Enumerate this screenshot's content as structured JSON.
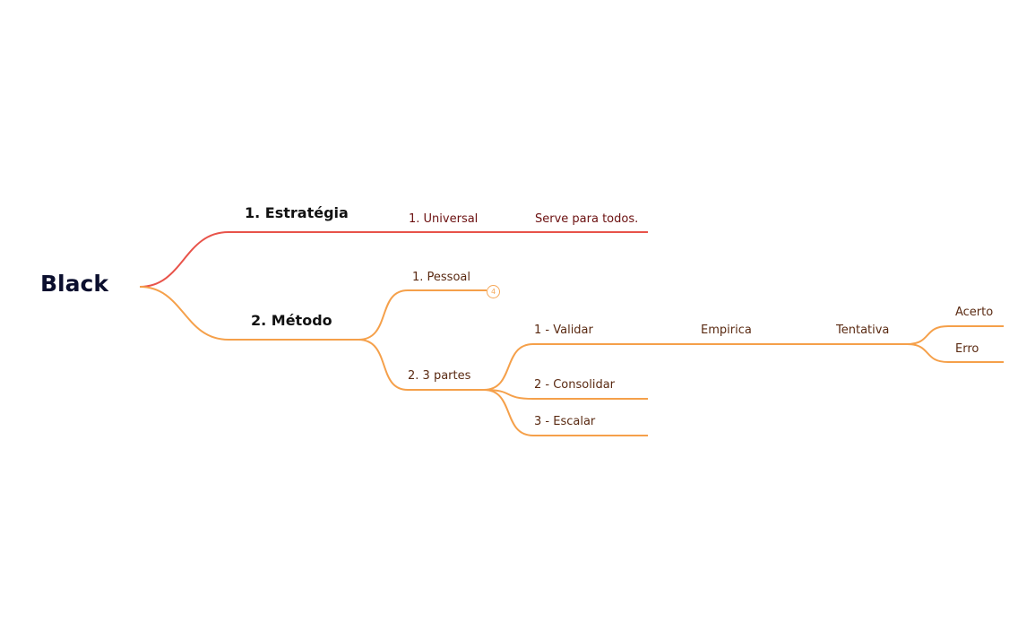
{
  "colors": {
    "branch_red": "#e8534a",
    "branch_orange": "#f5a04a",
    "root_text": "#0b0f2e"
  },
  "root": {
    "label": "Black"
  },
  "branches": {
    "estrategia": {
      "label": "1. Estratégia",
      "children": {
        "universal": {
          "label": "1. Universal",
          "detail": "Serve para todos."
        }
      }
    },
    "metodo": {
      "label": "2. Método",
      "children": {
        "pessoal": {
          "label": "1. Pessoal",
          "collapsed_count": "4"
        },
        "partes": {
          "label": "2. 3 partes",
          "steps": {
            "validar": {
              "label": "1 - Validar",
              "empirica": "Empirica",
              "tentativa": "Tentativa",
              "outcomes": {
                "acerto": "Acerto",
                "erro": "Erro"
              }
            },
            "consolidar": {
              "label": "2 - Consolidar"
            },
            "escalar": {
              "label": "3 - Escalar"
            }
          }
        }
      }
    }
  }
}
